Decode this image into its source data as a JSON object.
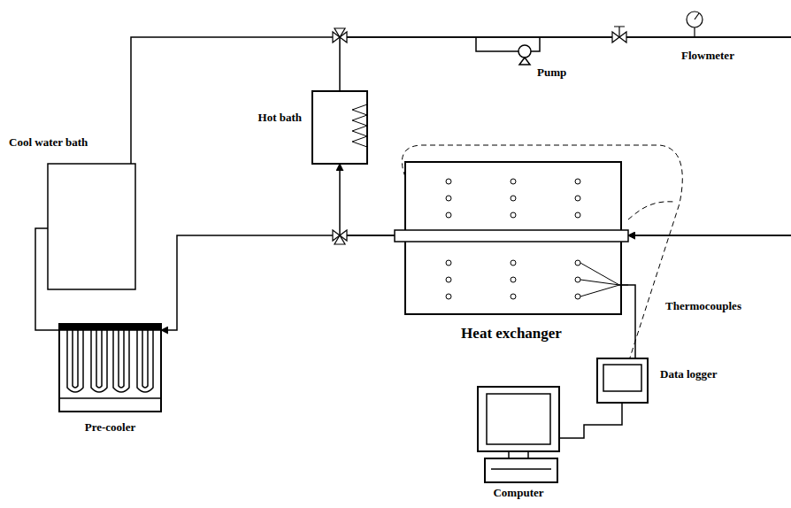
{
  "diagram": {
    "nodes": [
      {
        "text": [
          "Cool water bath"
        ]
      },
      {
        "text": [
          "Hot bath"
        ]
      },
      {
        "text": [
          "Heat exchanger"
        ]
      },
      {
        "text": [
          "Data logger"
        ]
      },
      {
        "text": [
          "Pre-cooler"
        ]
      },
      {
        "text": [
          "Computer"
        ]
      }
    ],
    "edges": [
      {
        "from": 0,
        "to": 2,
        "arrow": "to"
      },
      {
        "from": 1,
        "to": 2,
        "arrow": "to"
      },
      {
        "from": 2,
        "to": 1,
        "arrow": "to"
      },
      {
        "from": 2,
        "to": 4,
        "arrow": "to"
      },
      {
        "from": 4,
        "to": 0,
        "arrow": "none"
      },
      {
        "from": 2,
        "to": 3,
        "arrow": "none"
      },
      {
        "from": 3,
        "to": 5,
        "arrow": "none"
      }
    ],
    "labels": [
      "Pump",
      "Flowmeter",
      "Thermocouples"
    ]
  }
}
